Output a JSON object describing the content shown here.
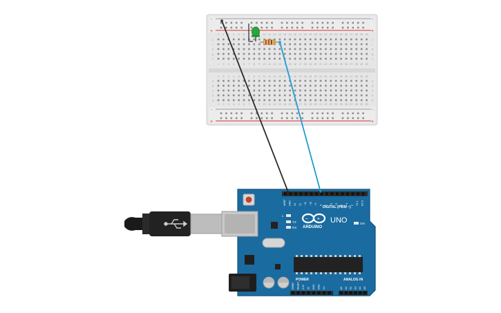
{
  "breadboard": {
    "column_numbers": [
      "1",
      "2",
      "3",
      "4",
      "5",
      "6",
      "7",
      "8",
      "9",
      "10",
      "11",
      "12",
      "13",
      "14",
      "15",
      "16",
      "17",
      "18",
      "19",
      "20",
      "21",
      "22",
      "23",
      "24",
      "25",
      "26",
      "27",
      "28",
      "29",
      "30"
    ],
    "row_letters_top": [
      "j",
      "i",
      "h",
      "g",
      "f"
    ],
    "row_letters_bottom": [
      "e",
      "d",
      "c",
      "b",
      "a"
    ],
    "rail_plus": "+",
    "rail_minus": "-"
  },
  "arduino": {
    "brand": "ARDUINO",
    "model": "UNO",
    "digital_label": "DIGITAL (PWM ~)",
    "power_label": "POWER",
    "analog_label": "ANALOG IN",
    "reset_label": "RESET",
    "on_label": "ON",
    "tx_label": "TX",
    "rx_label": "RX",
    "l_label": "L",
    "digital_pins": [
      "AREF",
      "GND",
      "13",
      "12",
      "~11",
      "~10",
      "~9",
      "8",
      "7",
      "~6",
      "~5",
      "4",
      "~3",
      "2",
      "TX 1",
      "RX 0"
    ],
    "power_pins": [
      "IOREF",
      "RESET",
      "3.3V",
      "5V",
      "GND",
      "GND",
      "Vin"
    ],
    "analog_pins": [
      "A0",
      "A1",
      "A2",
      "A3",
      "A4",
      "A5"
    ]
  },
  "colors": {
    "board_blue": "#1a6ba0",
    "breadboard": "#e4e4e4",
    "wire_black": "#2a2a2a",
    "wire_blue": "#1f9bd0",
    "led_green": "#27a83a",
    "rail_red": "#d62f2f"
  }
}
